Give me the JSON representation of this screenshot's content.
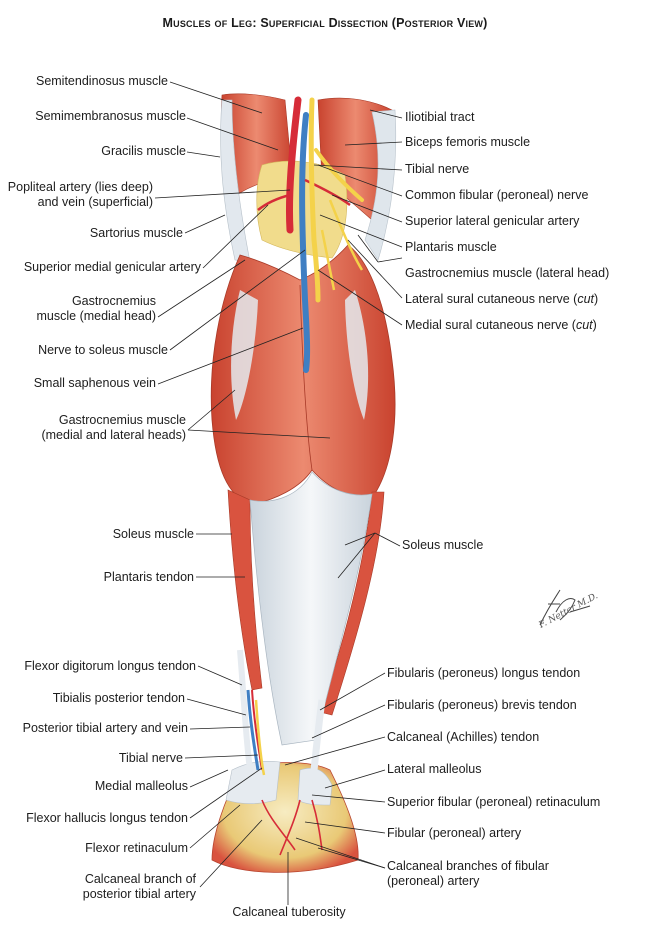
{
  "title": "Muscles of Leg: Superficial Dissection (Posterior View)",
  "signature": "F. Netter M.D.",
  "colors": {
    "muscle": "#d9533f",
    "muscle_light": "#ee9a82",
    "tendon": "#e6ebf0",
    "artery": "#d62c38",
    "vein": "#3f7fc3",
    "nerve": "#f4d24a",
    "fat": "#f1dc8c",
    "leader": "#222222"
  },
  "labels_left": [
    {
      "id": "semitendinosus",
      "lines": [
        "Semitendinosus muscle"
      ]
    },
    {
      "id": "semimembranosus",
      "lines": [
        "Semimembranosus muscle"
      ]
    },
    {
      "id": "gracilis",
      "lines": [
        "Gracilis muscle"
      ]
    },
    {
      "id": "popliteal",
      "lines": [
        "Popliteal artery (lies deep)",
        "and vein (superficial)"
      ]
    },
    {
      "id": "sartorius",
      "lines": [
        "Sartorius muscle"
      ]
    },
    {
      "id": "sup-medial-genicular",
      "lines": [
        "Superior medial genicular artery"
      ]
    },
    {
      "id": "gastroc-medial",
      "lines": [
        "Gastrocnemius",
        "muscle (medial head)"
      ]
    },
    {
      "id": "nerve-soleus",
      "lines": [
        "Nerve to soleus muscle"
      ]
    },
    {
      "id": "small-saphenous",
      "lines": [
        "Small saphenous vein"
      ]
    },
    {
      "id": "gastroc-both",
      "lines": [
        "Gastrocnemius muscle",
        "(medial and lateral heads)"
      ]
    },
    {
      "id": "soleus-left",
      "lines": [
        "Soleus muscle"
      ]
    },
    {
      "id": "plantaris-tendon",
      "lines": [
        "Plantaris tendon"
      ]
    },
    {
      "id": "fdl-tendon",
      "lines": [
        "Flexor digitorum longus tendon"
      ]
    },
    {
      "id": "tib-post-tendon",
      "lines": [
        "Tibialis posterior tendon"
      ]
    },
    {
      "id": "post-tibial-av",
      "lines": [
        "Posterior tibial artery and vein"
      ]
    },
    {
      "id": "tibial-nerve-low",
      "lines": [
        "Tibial nerve"
      ]
    },
    {
      "id": "medial-malleolus",
      "lines": [
        "Medial malleolus"
      ]
    },
    {
      "id": "fhl-tendon",
      "lines": [
        "Flexor hallucis longus tendon"
      ]
    },
    {
      "id": "flexor-retinaculum",
      "lines": [
        "Flexor retinaculum"
      ]
    },
    {
      "id": "calc-branch-pta",
      "lines": [
        "Calcaneal branch of",
        "posterior tibial artery"
      ]
    }
  ],
  "labels_right": [
    {
      "id": "iliotibial",
      "lines": [
        "Iliotibial tract"
      ]
    },
    {
      "id": "biceps",
      "lines": [
        "Biceps femoris muscle"
      ]
    },
    {
      "id": "tibial-nerve",
      "lines": [
        "Tibial nerve"
      ]
    },
    {
      "id": "common-fibular",
      "lines": [
        "Common fibular (peroneal) nerve"
      ]
    },
    {
      "id": "sup-lat-genicular",
      "lines": [
        "Superior lateral genicular artery"
      ]
    },
    {
      "id": "plantaris",
      "lines": [
        "Plantaris muscle"
      ]
    },
    {
      "id": "gastroc-lateral",
      "lines": [
        "Gastrocnemius muscle (lateral head)"
      ]
    },
    {
      "id": "lat-sural",
      "lines": [
        "Lateral sural cutaneous nerve"
      ],
      "suffix": "cut"
    },
    {
      "id": "med-sural",
      "lines": [
        "Medial sural cutaneous nerve"
      ],
      "suffix": "cut"
    },
    {
      "id": "soleus-right",
      "lines": [
        "Soleus muscle"
      ]
    },
    {
      "id": "fib-longus",
      "lines": [
        "Fibularis (peroneus) longus tendon"
      ]
    },
    {
      "id": "fib-brevis",
      "lines": [
        "Fibularis (peroneus) brevis tendon"
      ]
    },
    {
      "id": "achilles",
      "lines": [
        "Calcaneal (Achilles) tendon"
      ]
    },
    {
      "id": "lat-malleolus",
      "lines": [
        "Lateral malleolus"
      ]
    },
    {
      "id": "sup-fib-retinaculum",
      "lines": [
        "Superior fibular (peroneal) retinaculum"
      ]
    },
    {
      "id": "fibular-artery",
      "lines": [
        "Fibular (peroneal) artery"
      ]
    },
    {
      "id": "calc-branches-fib",
      "lines": [
        "Calcaneal branches of fibular",
        "(peroneal) artery"
      ]
    }
  ],
  "label_bottom": {
    "id": "calc-tuberosity",
    "lines": [
      "Calcaneal tuberosity"
    ]
  }
}
